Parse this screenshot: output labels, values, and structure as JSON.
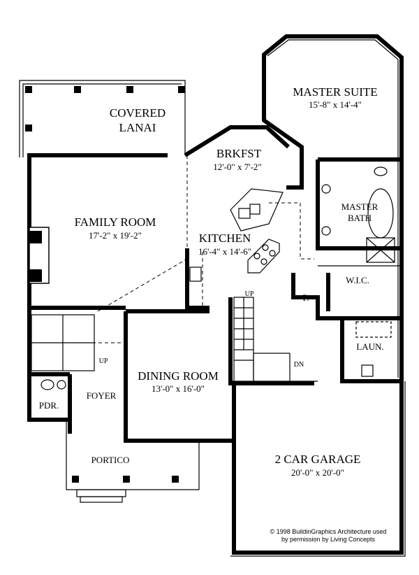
{
  "rooms": {
    "covered_lanai": {
      "line1": "COVERED",
      "line2": "LANAI"
    },
    "master_suite": {
      "name": "MASTER SUITE",
      "dims": "15'-8\" x 14'-4\""
    },
    "brkfst": {
      "name": "BRKFST",
      "dims": "12'-0\" x 7'-2\""
    },
    "family_room": {
      "name": "FAMILY ROOM",
      "dims": "17'-2\" x 19'-2\""
    },
    "master_bath": {
      "line1": "MASTER",
      "line2": "BATH"
    },
    "kitchen": {
      "name": "KITCHEN",
      "dims": "16'-4\" x 14'-6\""
    },
    "wic": {
      "name": "W.I.C."
    },
    "pantry": {
      "name": "P."
    },
    "laundry": {
      "name": "LAUN."
    },
    "dining_room": {
      "name": "DINING ROOM",
      "dims": "13'-0\" x 16'-0\""
    },
    "foyer": {
      "name": "FOYER"
    },
    "powder": {
      "name": "PDR."
    },
    "portico": {
      "name": "PORTICO"
    },
    "garage": {
      "name": "2 CAR GARAGE",
      "dims": "20'-0\" x 20'-0\""
    }
  },
  "stairs": {
    "up_main": "UP",
    "up_foyer": "UP",
    "down": "DN"
  },
  "copyright": {
    "line1": "© 1998 BuildinGraphics Architecture used",
    "line2": "by permission by Living Concepts"
  }
}
